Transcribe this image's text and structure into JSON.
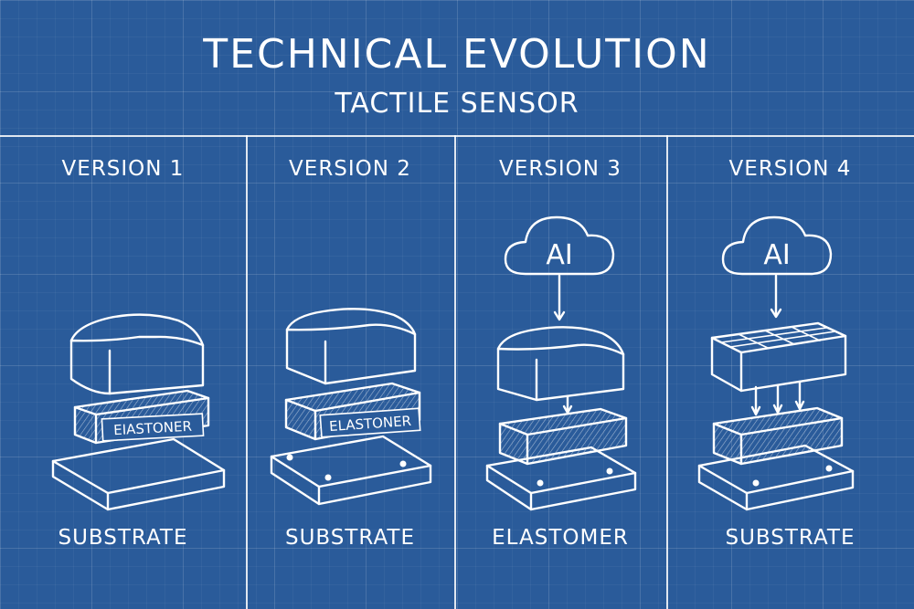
{
  "header": {
    "title": "TECHNICAL EVOLUTION",
    "subtitle": "TACTILE SENSOR"
  },
  "columns": [
    {
      "version": "VERSION 1",
      "layer_label": "EIASTONER",
      "bottom_label": "SUBSTRATE"
    },
    {
      "version": "VERSION 2",
      "layer_label": "ELASTONER",
      "bottom_label": "SUBSTRATE"
    },
    {
      "version": "VERSION 3",
      "ai_label": "AI",
      "bottom_label": "ELASTOMER"
    },
    {
      "version": "VERSION 4",
      "ai_label": "AI",
      "bottom_label": "SUBSTRATE"
    }
  ],
  "colors": {
    "background": "#2a5b9a",
    "line": "#ffffff"
  }
}
